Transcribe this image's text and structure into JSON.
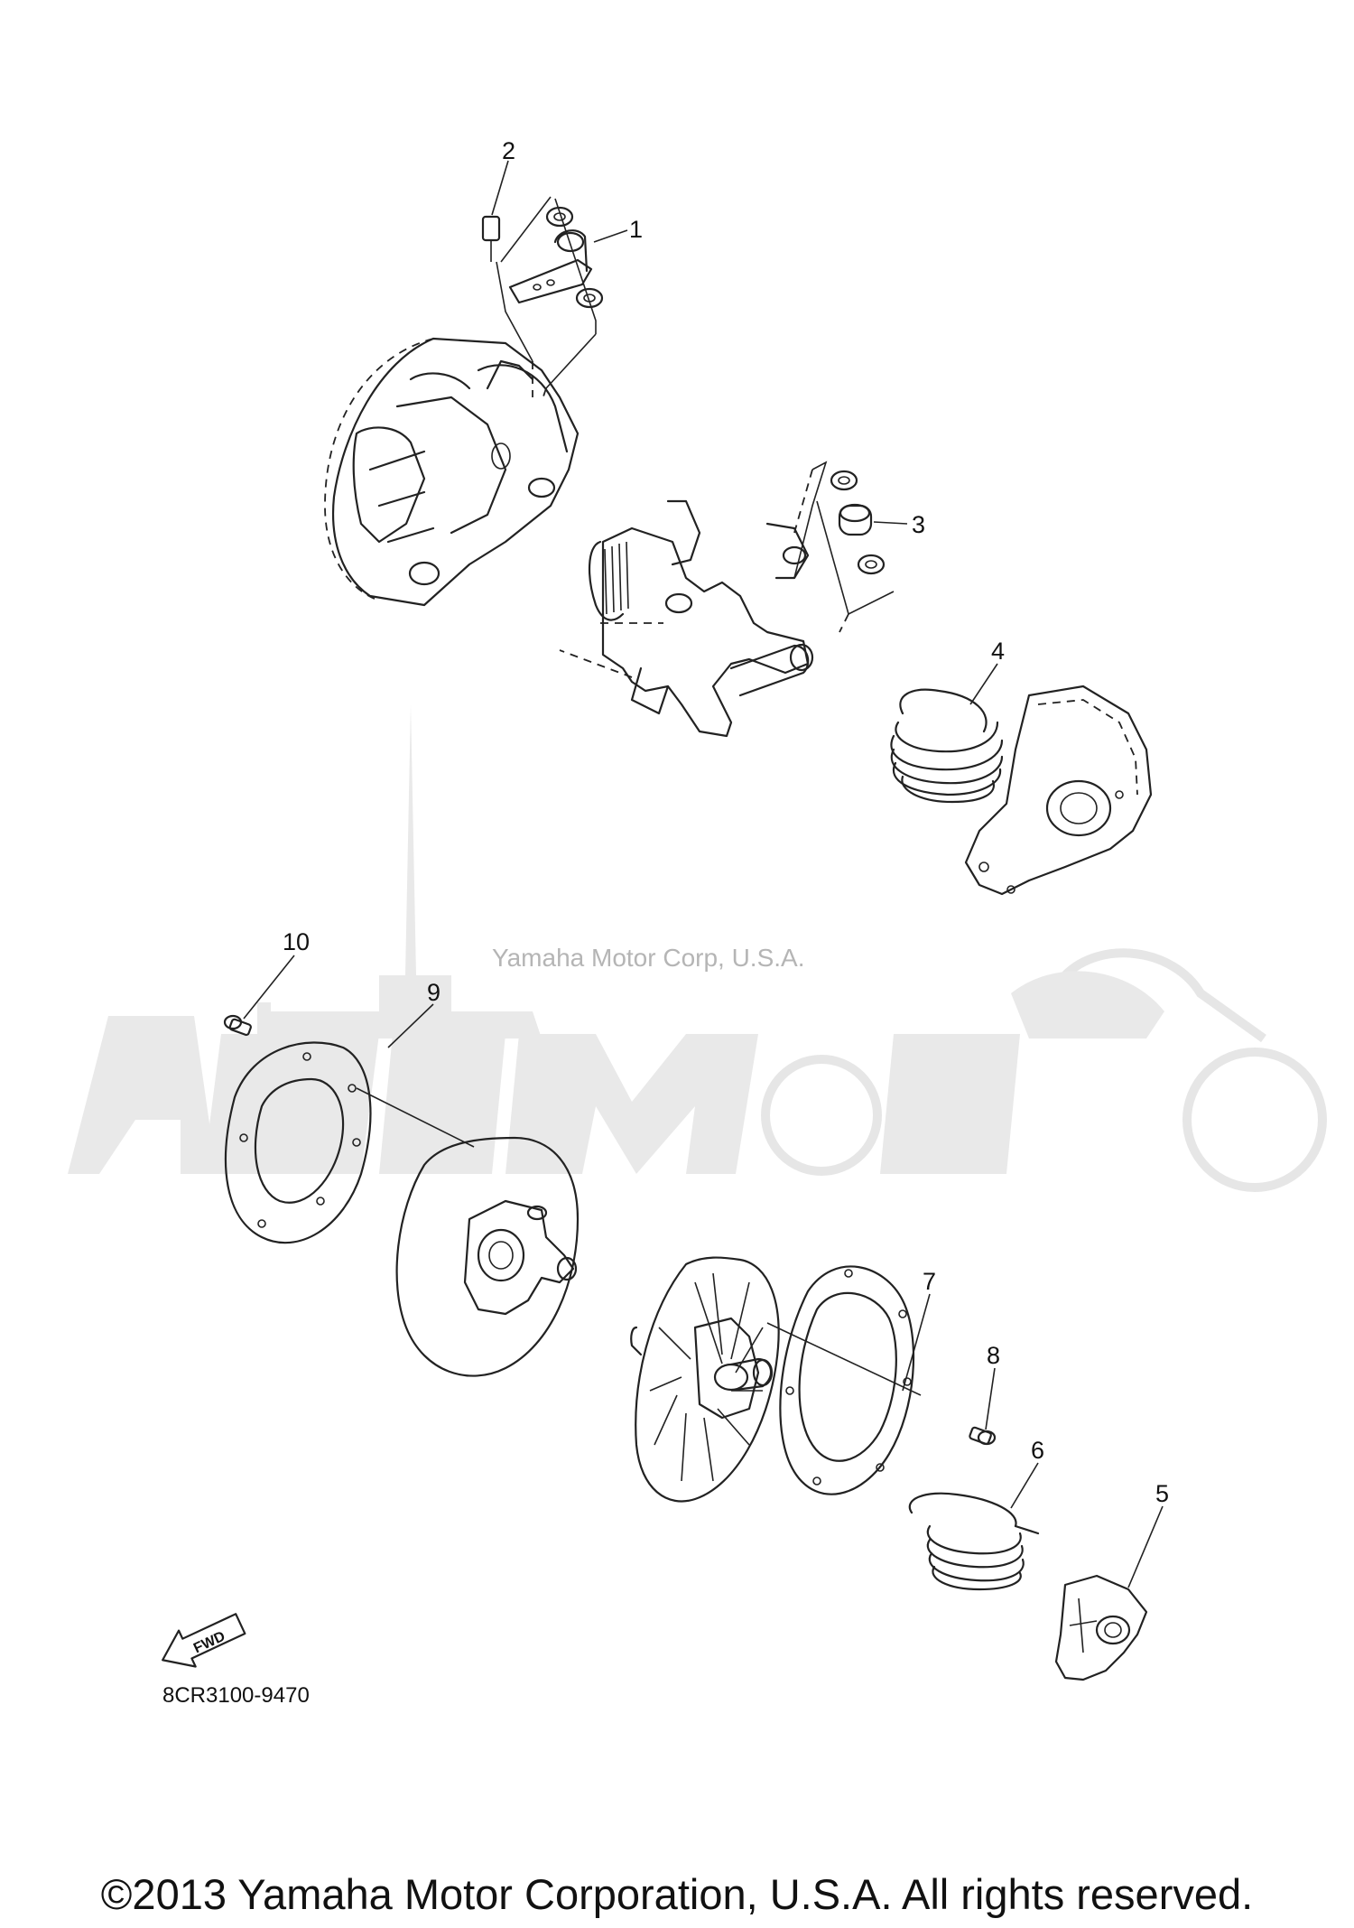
{
  "watermark": {
    "text": "Yamaha Motor Corp, U.S.A."
  },
  "diagram_code": "8CR3100-9470",
  "fwd_arrow": {
    "label": "FWD"
  },
  "callouts": [
    {
      "id": "1",
      "label": "1"
    },
    {
      "id": "2",
      "label": "2"
    },
    {
      "id": "3",
      "label": "3"
    },
    {
      "id": "4",
      "label": "4"
    },
    {
      "id": "5",
      "label": "5"
    },
    {
      "id": "6",
      "label": "6"
    },
    {
      "id": "7",
      "label": "7"
    },
    {
      "id": "8",
      "label": "8"
    },
    {
      "id": "9",
      "label": "9"
    },
    {
      "id": "10",
      "label": "10"
    }
  ],
  "copyright": "©2013 Yamaha Motor Corporation, U.S.A. All rights reserved."
}
